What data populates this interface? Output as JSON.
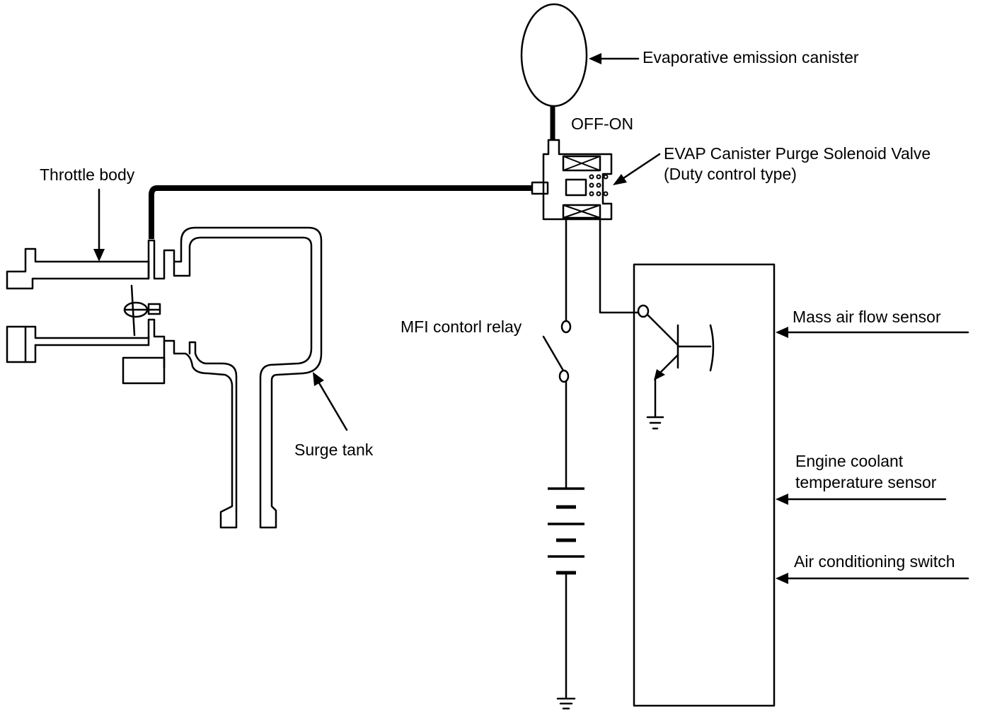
{
  "labels": {
    "canister": "Evaporative emission canister",
    "off_on": "OFF-ON",
    "valve_line1": "EVAP Canister Purge Solenoid Valve",
    "valve_line2": "(Duty control type)",
    "throttle_body": "Throttle body",
    "surge_tank": "Surge tank",
    "relay": "MFI contorl relay",
    "maf": "Mass air flow sensor",
    "coolant_line1": "Engine coolant",
    "coolant_line2": "temperature sensor",
    "ac_switch": "Air conditioning switch"
  }
}
